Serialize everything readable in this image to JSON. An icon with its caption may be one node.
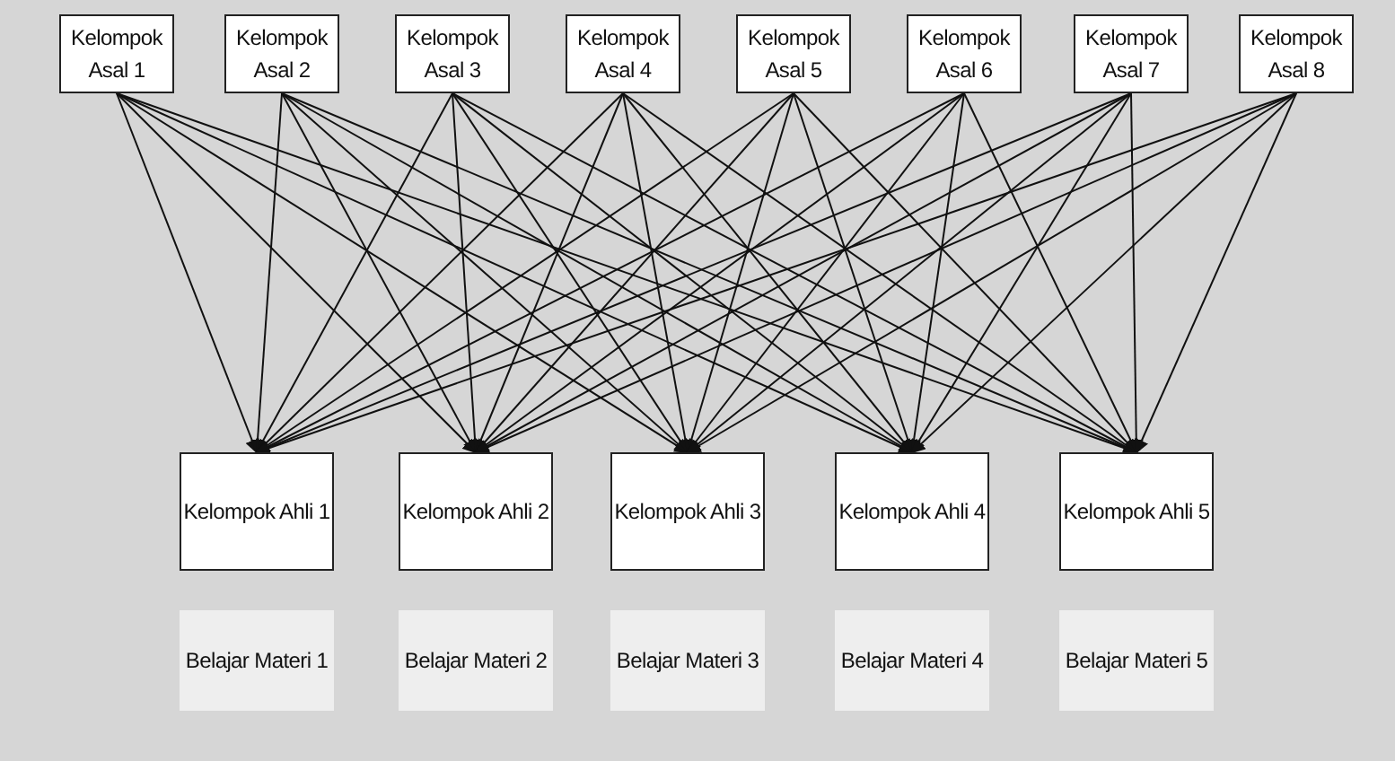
{
  "diagram": {
    "nodes": [
      {
        "text": [
          "Kelompok Asal 1"
        ]
      },
      {
        "text": [
          "Kelompok Asal 2"
        ]
      },
      {
        "text": [
          "Kelompok Asal 3"
        ]
      },
      {
        "text": [
          "Kelompok Asal 4"
        ]
      },
      {
        "text": [
          "Kelompok Asal 5"
        ]
      },
      {
        "text": [
          "Kelompok Asal 6"
        ]
      },
      {
        "text": [
          "Kelompok Asal 7"
        ]
      },
      {
        "text": [
          "Kelompok Asal 8"
        ]
      },
      {
        "text": [
          "Kelompok Ahli 1"
        ]
      },
      {
        "text": [
          "Kelompok Ahli 2"
        ]
      },
      {
        "text": [
          "Kelompok Ahli 3"
        ]
      },
      {
        "text": [
          "Kelompok Ahli 4"
        ]
      },
      {
        "text": [
          "Kelompok Ahli 5"
        ]
      },
      {
        "text": [
          "Belajar Materi 1"
        ]
      },
      {
        "text": [
          "Belajar Materi 2"
        ]
      },
      {
        "text": [
          "Belajar Materi 3"
        ]
      },
      {
        "text": [
          "Belajar Materi 4"
        ]
      },
      {
        "text": [
          "Belajar Materi 5"
        ]
      }
    ],
    "edges": [
      {
        "from": 0,
        "to": 8,
        "arrow": "to"
      },
      {
        "from": 0,
        "to": 9,
        "arrow": "to"
      },
      {
        "from": 0,
        "to": 10,
        "arrow": "to"
      },
      {
        "from": 0,
        "to": 11,
        "arrow": "to"
      },
      {
        "from": 0,
        "to": 12,
        "arrow": "to"
      },
      {
        "from": 1,
        "to": 8,
        "arrow": "to"
      },
      {
        "from": 1,
        "to": 9,
        "arrow": "to"
      },
      {
        "from": 1,
        "to": 10,
        "arrow": "to"
      },
      {
        "from": 1,
        "to": 11,
        "arrow": "to"
      },
      {
        "from": 1,
        "to": 12,
        "arrow": "to"
      },
      {
        "from": 2,
        "to": 8,
        "arrow": "to"
      },
      {
        "from": 2,
        "to": 9,
        "arrow": "to"
      },
      {
        "from": 2,
        "to": 10,
        "arrow": "to"
      },
      {
        "from": 2,
        "to": 11,
        "arrow": "to"
      },
      {
        "from": 2,
        "to": 12,
        "arrow": "to"
      },
      {
        "from": 3,
        "to": 8,
        "arrow": "to"
      },
      {
        "from": 3,
        "to": 9,
        "arrow": "to"
      },
      {
        "from": 3,
        "to": 10,
        "arrow": "to"
      },
      {
        "from": 3,
        "to": 11,
        "arrow": "to"
      },
      {
        "from": 3,
        "to": 12,
        "arrow": "to"
      },
      {
        "from": 4,
        "to": 8,
        "arrow": "to"
      },
      {
        "from": 4,
        "to": 9,
        "arrow": "to"
      },
      {
        "from": 4,
        "to": 10,
        "arrow": "to"
      },
      {
        "from": 4,
        "to": 11,
        "arrow": "to"
      },
      {
        "from": 4,
        "to": 12,
        "arrow": "to"
      },
      {
        "from": 5,
        "to": 8,
        "arrow": "to"
      },
      {
        "from": 5,
        "to": 9,
        "arrow": "to"
      },
      {
        "from": 5,
        "to": 10,
        "arrow": "to"
      },
      {
        "from": 5,
        "to": 11,
        "arrow": "to"
      },
      {
        "from": 5,
        "to": 12,
        "arrow": "to"
      },
      {
        "from": 6,
        "to": 8,
        "arrow": "to"
      },
      {
        "from": 6,
        "to": 9,
        "arrow": "to"
      },
      {
        "from": 6,
        "to": 10,
        "arrow": "to"
      },
      {
        "from": 6,
        "to": 11,
        "arrow": "to"
      },
      {
        "from": 6,
        "to": 12,
        "arrow": "to"
      },
      {
        "from": 7,
        "to": 8,
        "arrow": "to"
      },
      {
        "from": 7,
        "to": 9,
        "arrow": "to"
      },
      {
        "from": 7,
        "to": 10,
        "arrow": "to"
      },
      {
        "from": 7,
        "to": 11,
        "arrow": "to"
      },
      {
        "from": 7,
        "to": 12,
        "arrow": "to"
      }
    ]
  }
}
